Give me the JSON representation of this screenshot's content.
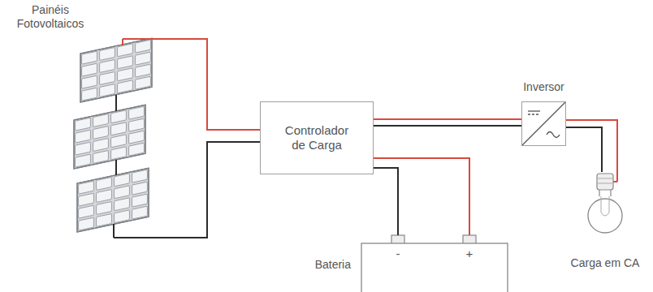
{
  "diagram": {
    "nodes": [
      {
        "text": [
          "Painéis Fotovoltaicos"
        ]
      },
      {
        "text": [
          "Controlador de Carga"
        ]
      },
      {
        "text": [
          "Inversor"
        ]
      },
      {
        "text": [
          "Bateria",
          "-",
          "+"
        ]
      },
      {
        "text": [
          "Carga em CA"
        ]
      }
    ],
    "edges": [
      {
        "from": 0,
        "to": 1,
        "arrow": "none"
      },
      {
        "from": 1,
        "to": 2,
        "arrow": "none"
      },
      {
        "from": 1,
        "to": 3,
        "arrow": "none"
      },
      {
        "from": 2,
        "to": 4,
        "arrow": "none"
      }
    ]
  }
}
